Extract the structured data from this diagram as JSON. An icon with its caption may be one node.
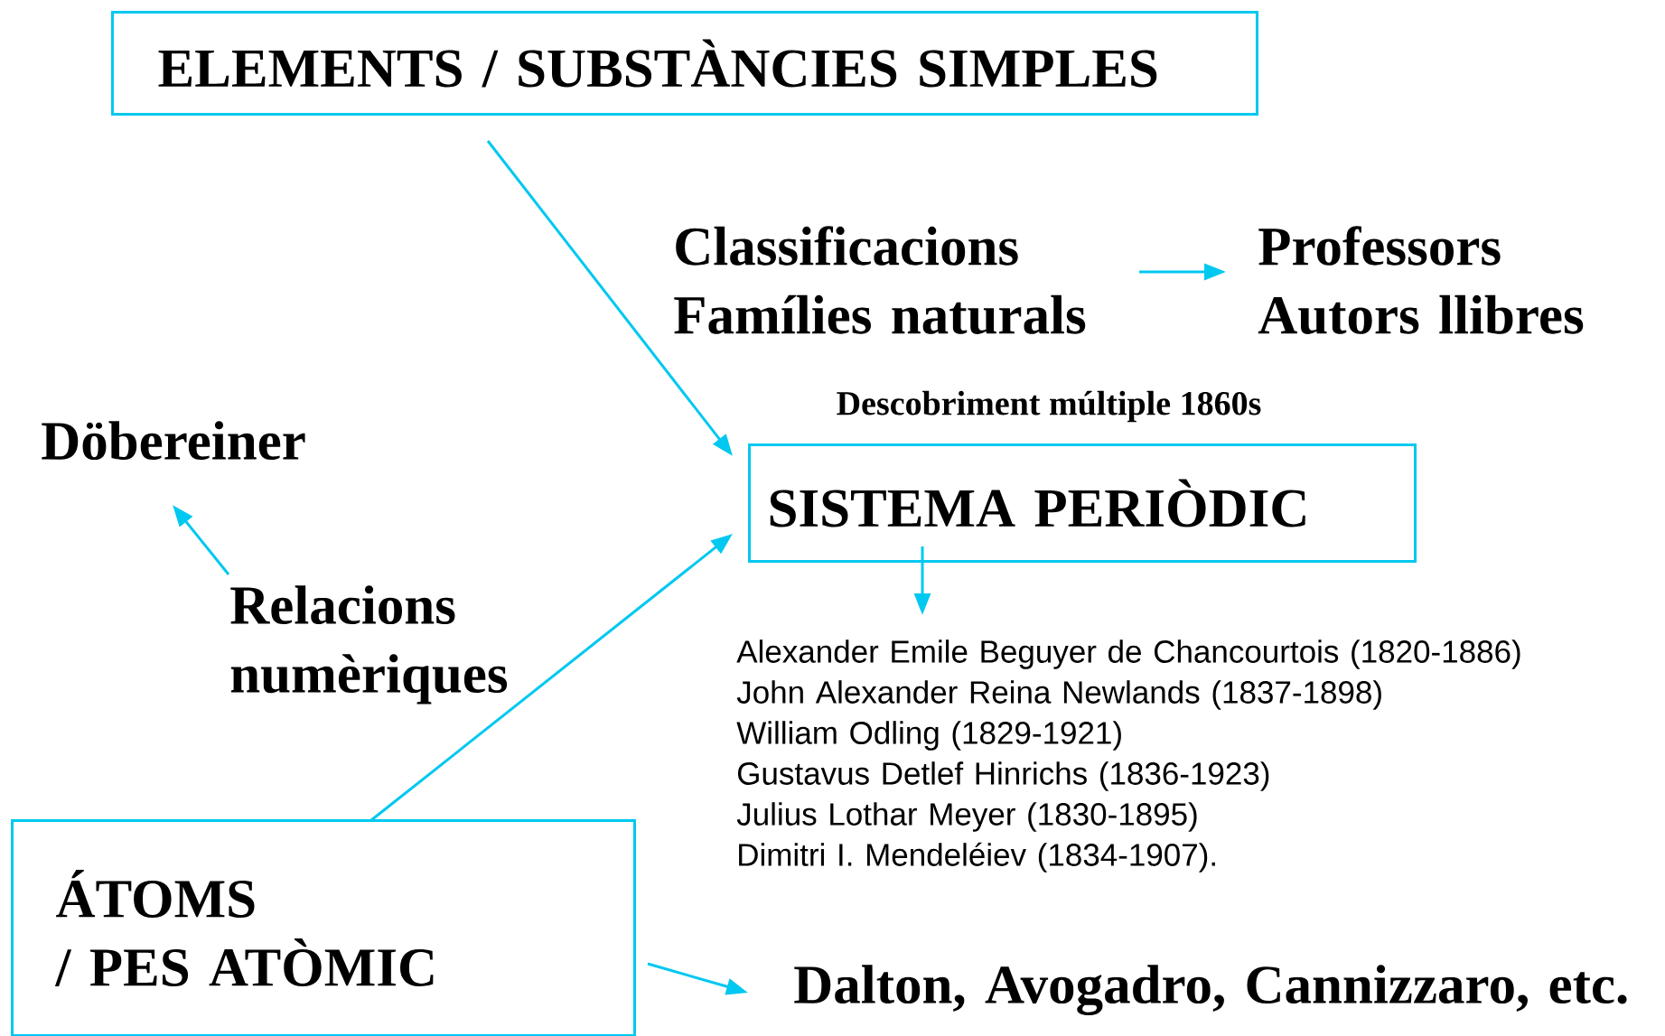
{
  "diagram": {
    "nodes": [
      {
        "text": [
          "ELEMENTS / SUBSTÀNCIES SIMPLES"
        ]
      },
      {
        "text": [
          "Classificacions",
          "Famílies naturals"
        ]
      },
      {
        "text": [
          "Professors",
          "Autors llibres"
        ]
      },
      {
        "text": [
          "SISTEMA PERIÒDIC"
        ],
        "beside": [
          "Descobriment múltiple 1860s"
        ]
      },
      {
        "text": [
          "Alexander Emile Beguyer de Chancourtois (1820-1886)",
          "John Alexander Reina Newlands (1837-1898)",
          "William Odling (1829-1921)",
          "Gustavus Detlef Hinrichs (1836-1923)",
          "Julius Lothar Meyer (1830-1895)",
          "Dimitri I. Mendeléiev (1834-1907)."
        ]
      },
      {
        "text": [
          "Döbereiner"
        ]
      },
      {
        "text": [
          "Relacions numèriques"
        ]
      },
      {
        "text": [
          "ÁTOMS",
          "/ PES ATÒMIC"
        ]
      },
      {
        "text": [
          "Dalton, Avogadro, Cannizzaro, etc."
        ]
      }
    ],
    "edges": [
      {
        "from": 0,
        "to": 3,
        "arrow": "to"
      },
      {
        "from": 1,
        "to": 2,
        "arrow": "to"
      },
      {
        "from": 3,
        "to": 4,
        "arrow": "to"
      },
      {
        "from": 6,
        "to": 5,
        "arrow": "to"
      },
      {
        "from": 7,
        "to": 3,
        "arrow": "to"
      },
      {
        "from": 7,
        "to": 8,
        "arrow": "to"
      }
    ]
  }
}
